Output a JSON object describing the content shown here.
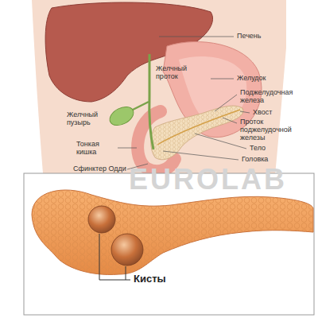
{
  "diagram": {
    "labels": [
      "Печень",
      "Желудок",
      "Желчный проток",
      "Поджелудочная железа",
      "Хвост",
      "Проток поджелудочной железы",
      "Тело",
      "Головка",
      "Желчный пузырь",
      "Тонкая кишка",
      "Сфинктер Одди",
      "EUROLAB",
      "Кисты"
    ]
  }
}
